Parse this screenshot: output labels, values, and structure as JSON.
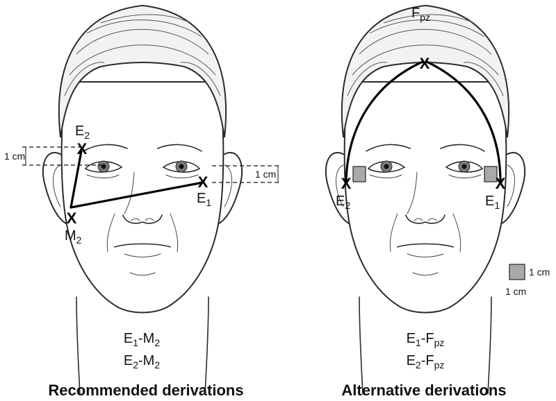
{
  "left_panel": {
    "point_e2": {
      "base": "E",
      "sub": "2"
    },
    "point_e1": {
      "base": "E",
      "sub": "1"
    },
    "point_m2": {
      "base": "M",
      "sub": "2"
    },
    "offset_label_left": "1 cm",
    "offset_label_right": "1 cm",
    "derivation_1": {
      "a": "E",
      "a_sub": "1",
      "sep": "-",
      "b": "M",
      "b_sub": "2"
    },
    "derivation_2": {
      "a": "E",
      "a_sub": "2",
      "sep": "-",
      "b": "M",
      "b_sub": "2"
    },
    "caption": "Recommended derivations"
  },
  "right_panel": {
    "point_fpz": {
      "base": "F",
      "sub": "pz"
    },
    "point_e2": {
      "base": "E",
      "sub": "2"
    },
    "point_e1": {
      "base": "E",
      "sub": "1"
    },
    "scale_label_right": "1 cm",
    "scale_label_below": "1 cm",
    "derivation_1": {
      "a": "E",
      "a_sub": "1",
      "sep": "-",
      "b": "F",
      "b_sub": "pz"
    },
    "derivation_2": {
      "a": "E",
      "a_sub": "2",
      "sep": "-",
      "b": "F",
      "b_sub": "pz"
    },
    "caption": "Alternative derivations"
  },
  "marker_glyph": "X"
}
